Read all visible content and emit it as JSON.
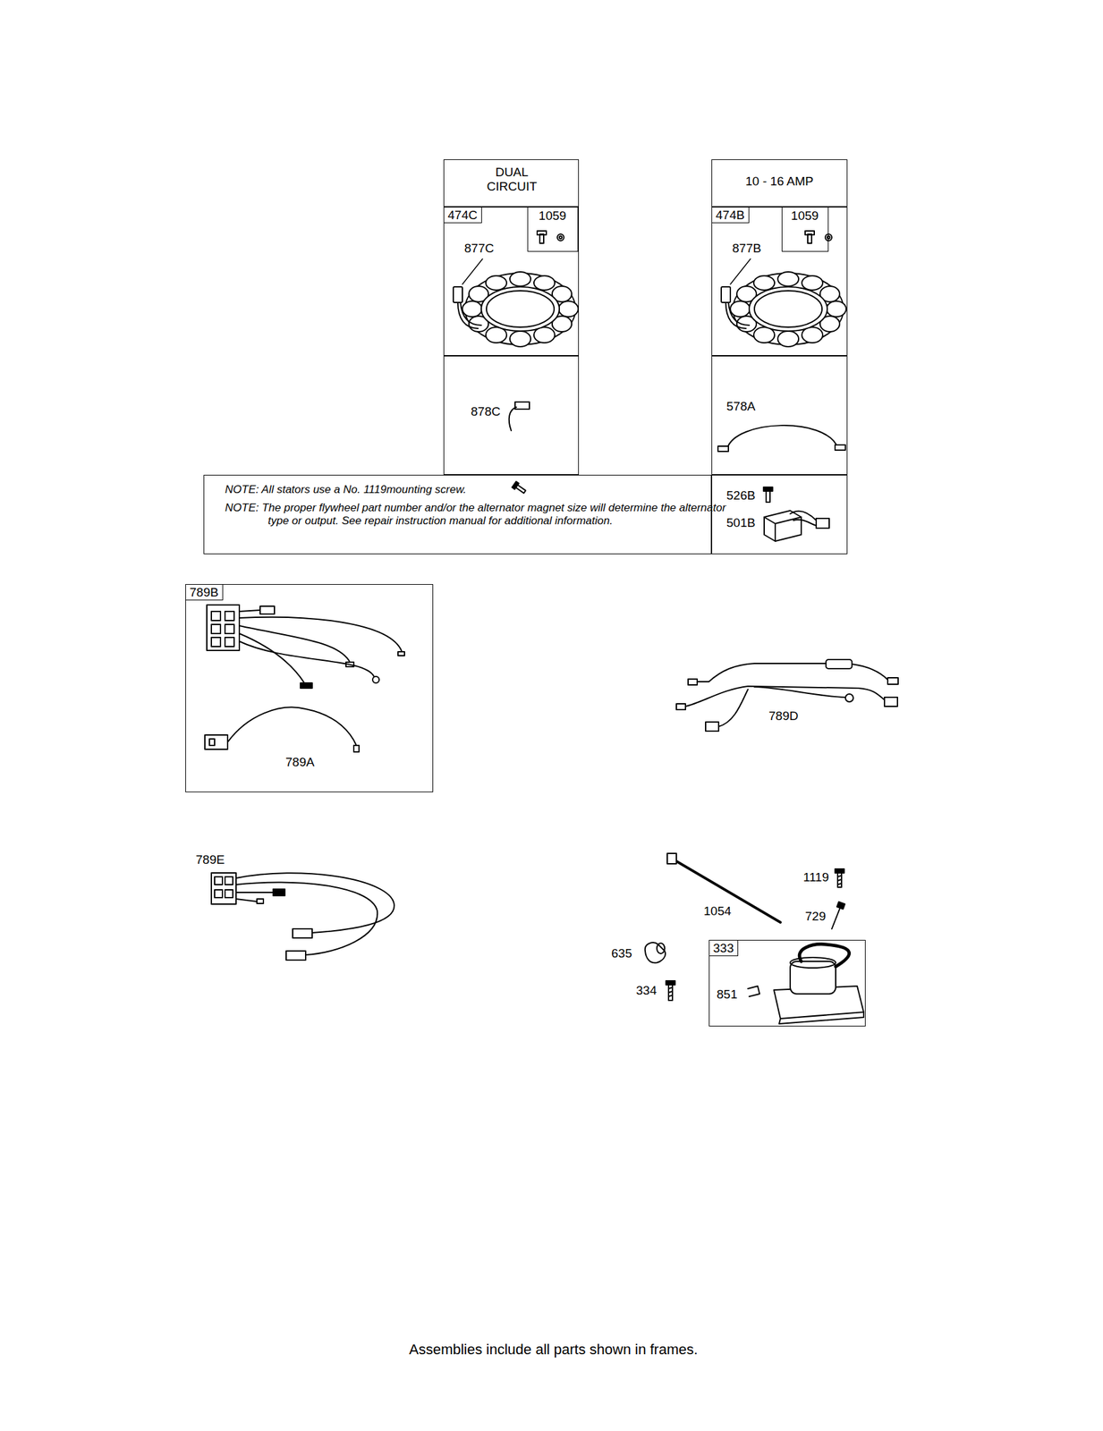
{
  "diagram": {
    "caption": "Assemblies include all parts shown in frames.",
    "nodes": [
      {
        "text": [
          "DUAL CIRCUIT"
        ]
      },
      {
        "text": [
          "474C",
          "877C"
        ]
      },
      {
        "text": [
          "1059"
        ],
        "in": 1
      },
      {
        "text": [
          "878C"
        ]
      },
      {
        "text": [
          "10 - 16 AMP"
        ]
      },
      {
        "text": [
          "474B",
          "877B"
        ]
      },
      {
        "text": [
          "1059"
        ],
        "in": 5
      },
      {
        "text": [
          "578A"
        ]
      },
      {
        "text": [
          "NOTE: All stators use a No. 1119mounting screw.",
          "NOTE: The proper flywheel part number and/or the alternator magnet size will determine the alternator type or output. See repair instruction manual for additional information."
        ]
      },
      {
        "text": [
          "526B",
          "501B"
        ]
      },
      {
        "text": [
          "789B",
          "789A"
        ]
      },
      {
        "text": [
          "333",
          "851"
        ]
      }
    ],
    "labels": [
      "789D",
      "789E",
      "1054",
      "1119",
      "729",
      "635",
      "334"
    ]
  }
}
